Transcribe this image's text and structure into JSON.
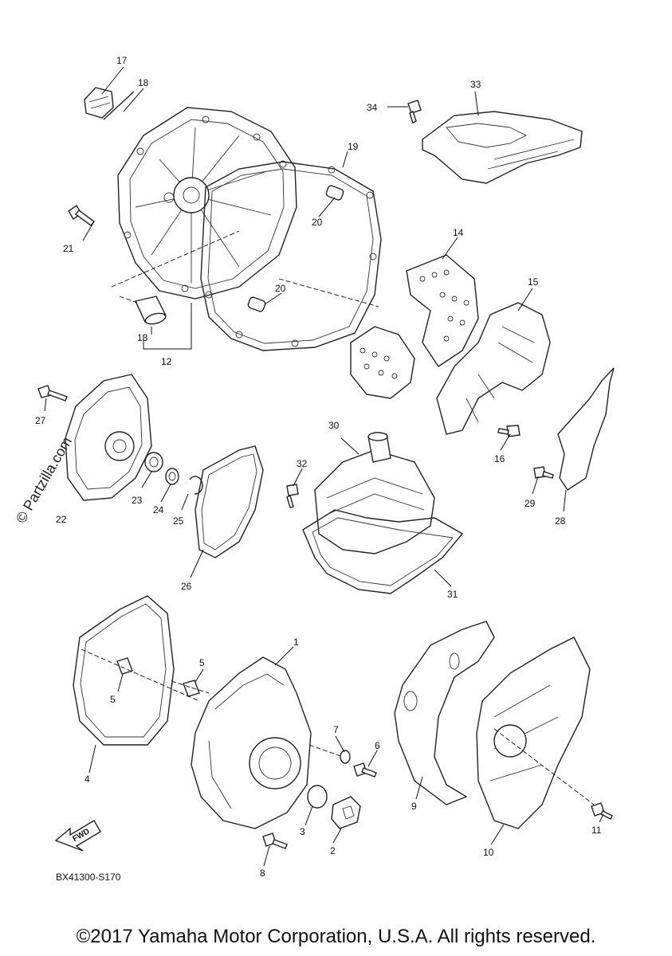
{
  "diagram": {
    "code": "BX41300-S170",
    "copyright": "©2017 Yamaha Motor Corporation, U.S.A. All rights reserved.",
    "watermark": "© Partzilla.com",
    "fwd_label": "FWD",
    "callouts": [
      "1",
      "2",
      "3",
      "4",
      "5",
      "5",
      "6",
      "7",
      "8",
      "9",
      "10",
      "11",
      "12",
      "13",
      "14",
      "15",
      "16",
      "17",
      "18",
      "19",
      "20",
      "20",
      "21",
      "22",
      "23",
      "24",
      "25",
      "26",
      "27",
      "28",
      "29",
      "30",
      "31",
      "32",
      "33",
      "34"
    ]
  }
}
